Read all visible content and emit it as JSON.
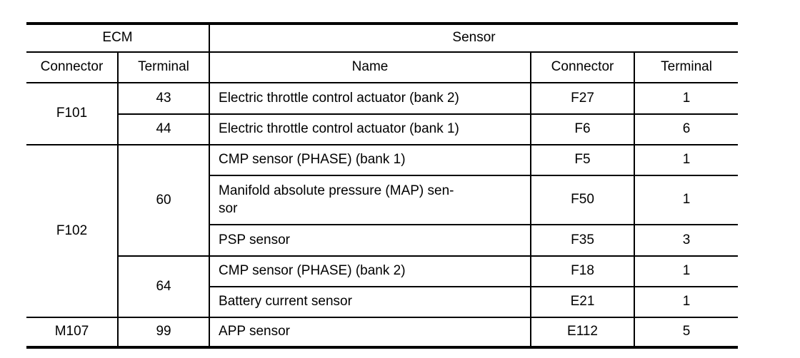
{
  "colors": {
    "background": "#ffffff",
    "border": "#000000",
    "text": "#000000"
  },
  "table": {
    "group_header": {
      "ecm": "ECM",
      "sensor": "Sensor"
    },
    "col_header": {
      "ecm_connector": "Connector",
      "ecm_terminal": "Terminal",
      "name": "Name",
      "sensor_connector": "Connector",
      "sensor_terminal": "Terminal"
    },
    "rows": [
      {
        "ecm_connector": "F101",
        "ecm_terminal": "43",
        "name": "Electric throttle control actuator (bank 2)",
        "sensor_connector": "F27",
        "sensor_terminal": "1"
      },
      {
        "ecm_terminal": "44",
        "name": "Electric throttle control actuator (bank 1)",
        "sensor_connector": "F6",
        "sensor_terminal": "6"
      },
      {
        "ecm_connector": "F102",
        "ecm_terminal": "60",
        "name": "CMP sensor (PHASE) (bank 1)",
        "sensor_connector": "F5",
        "sensor_terminal": "1"
      },
      {
        "name": "Manifold absolute pressure (MAP) sen-\nsor",
        "sensor_connector": "F50",
        "sensor_terminal": "1"
      },
      {
        "name": "PSP sensor",
        "sensor_connector": "F35",
        "sensor_terminal": "3"
      },
      {
        "ecm_terminal": "64",
        "name": "CMP sensor (PHASE) (bank 2)",
        "sensor_connector": "F18",
        "sensor_terminal": "1"
      },
      {
        "name": "Battery current sensor",
        "sensor_connector": "E21",
        "sensor_terminal": "1"
      },
      {
        "ecm_connector": "M107",
        "ecm_terminal": "99",
        "name": "APP sensor",
        "sensor_connector": "E112",
        "sensor_terminal": "5"
      }
    ]
  }
}
